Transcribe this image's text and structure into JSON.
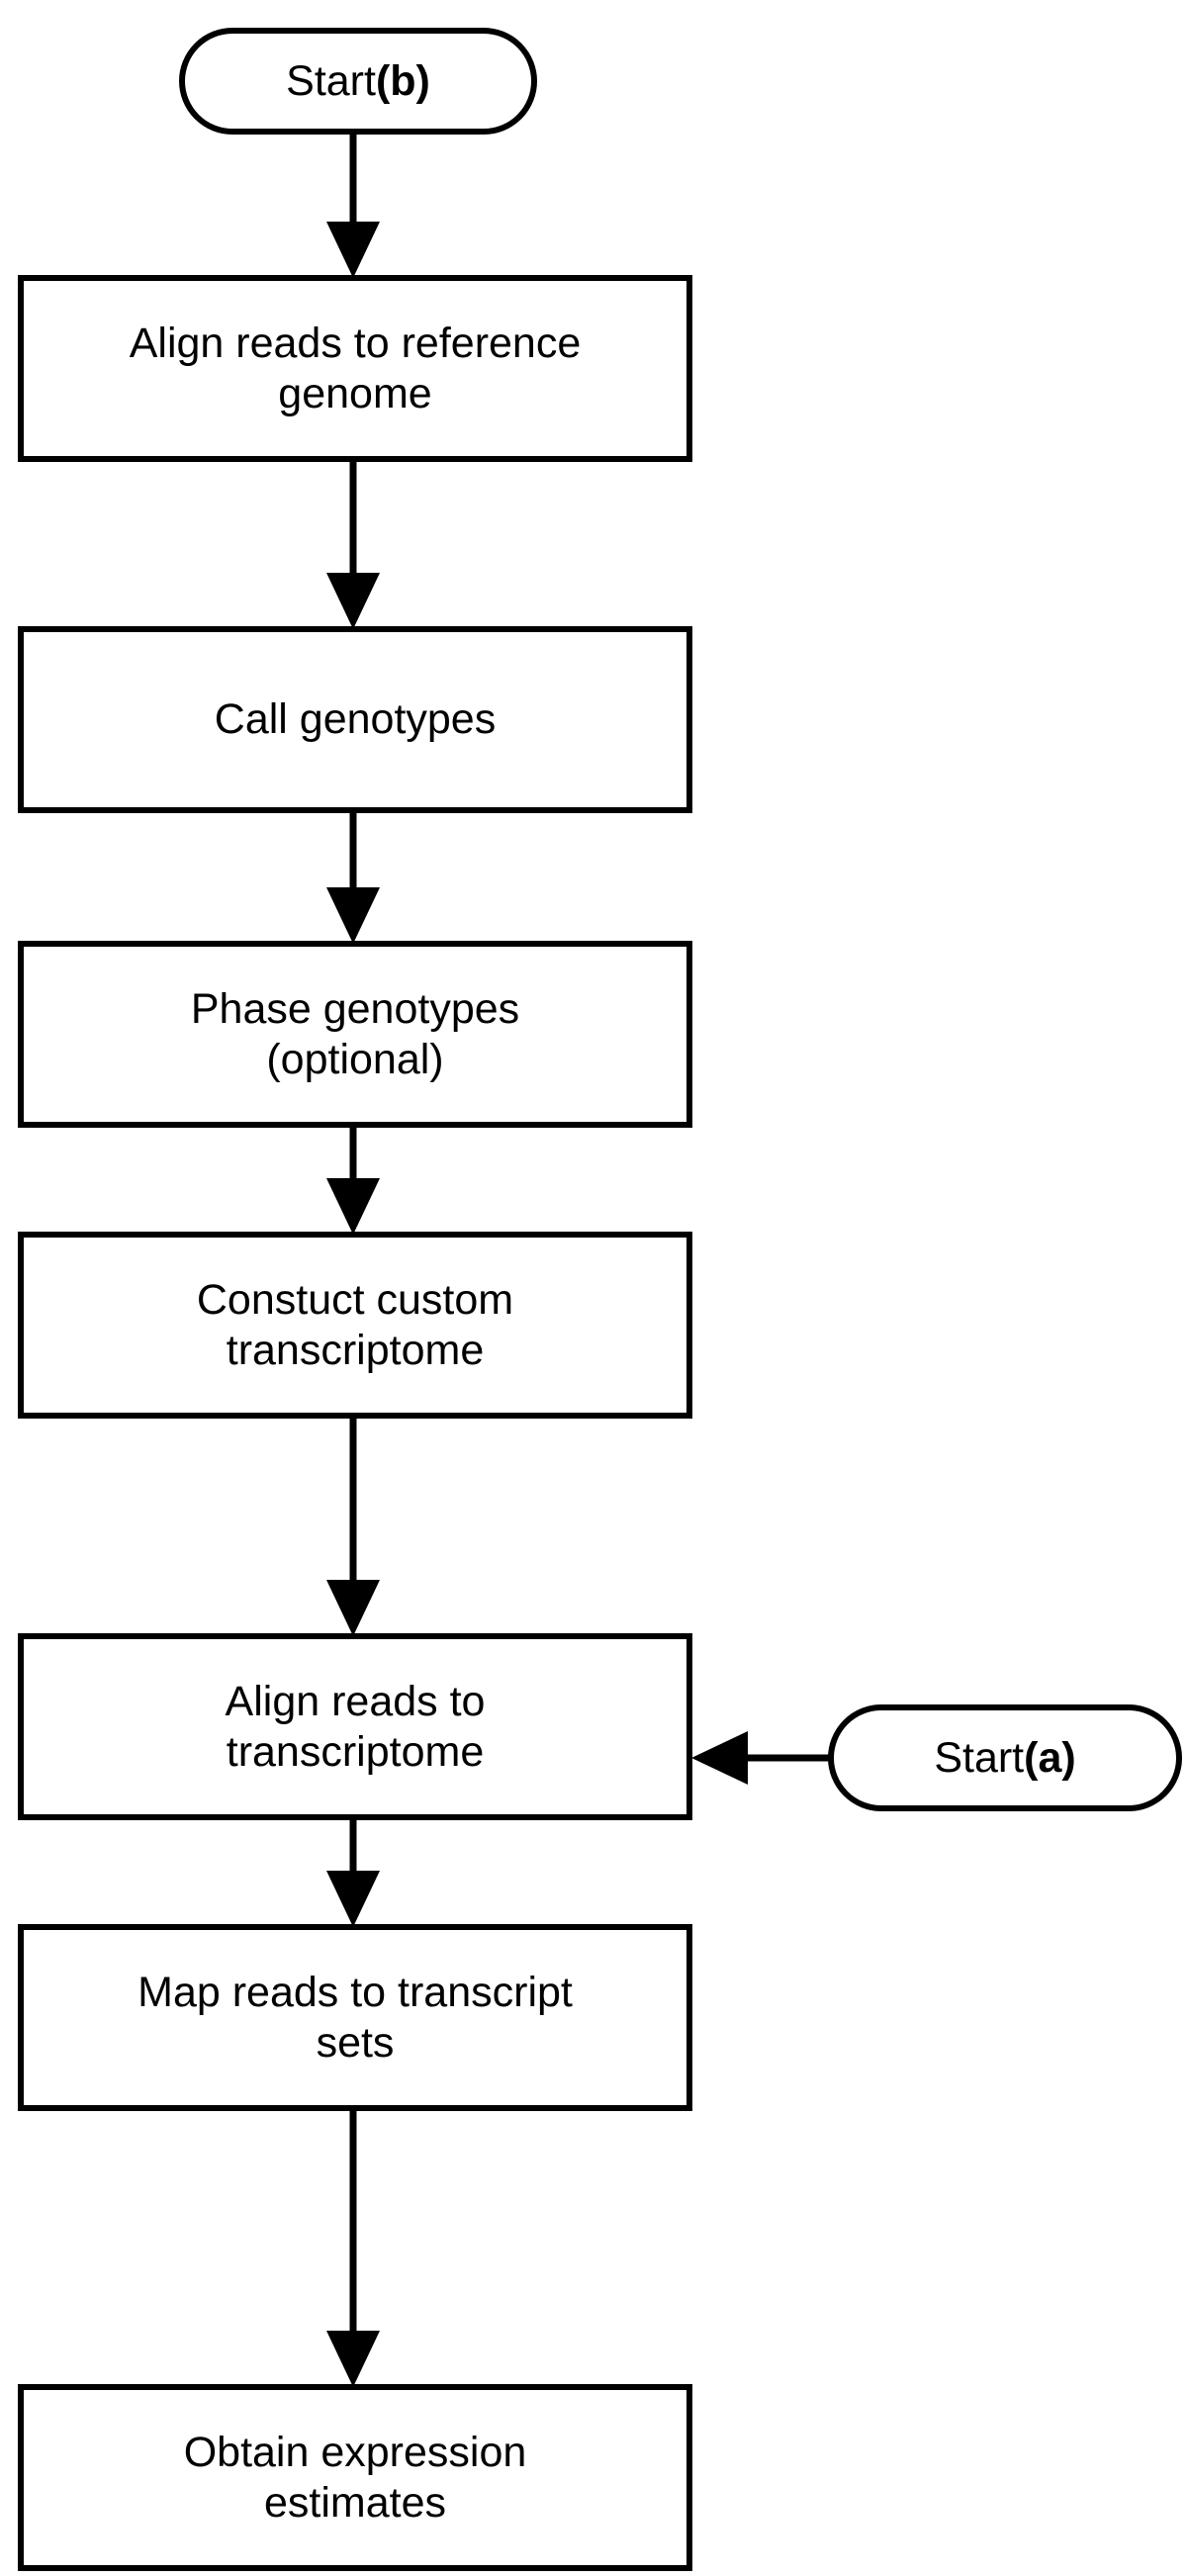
{
  "diagram": {
    "type": "flowchart",
    "orientation": "top-to-bottom",
    "background_color": "#ffffff",
    "stroke_color": "#000000",
    "text_color": "#000000"
  },
  "nodes": {
    "start_b": {
      "shape": "stadium",
      "text_plain": "Start (b)",
      "text_regular": "Start ",
      "text_bold": "(b)"
    },
    "start_a": {
      "shape": "stadium",
      "text_plain": "Start (a)",
      "text_regular": "Start ",
      "text_bold": "(a)"
    },
    "steps": [
      {
        "id": "align-reads-to-reference-genome",
        "shape": "process",
        "label": "Align reads to reference\ngenome"
      },
      {
        "id": "call-genotypes",
        "shape": "process",
        "label": "Call genotypes"
      },
      {
        "id": "phase-genotypes",
        "shape": "process",
        "label": "Phase genotypes\n(optional)"
      },
      {
        "id": "construct-custom-transcriptome",
        "shape": "process",
        "label": "Constuct custom\ntranscriptome"
      },
      {
        "id": "align-reads-to-transcriptome",
        "shape": "process",
        "label": "Align reads to\ntranscriptome"
      },
      {
        "id": "map-reads-to-transcript-sets",
        "shape": "process",
        "label": "Map reads to transcript\nsets"
      },
      {
        "id": "obtain-expression-estimates",
        "shape": "process",
        "label": "Obtain expression\nestimates"
      }
    ]
  },
  "edges": [
    {
      "from": "start_b",
      "to": "align-reads-to-reference-genome",
      "direction": "down"
    },
    {
      "from": "align-reads-to-reference-genome",
      "to": "call-genotypes",
      "direction": "down"
    },
    {
      "from": "call-genotypes",
      "to": "phase-genotypes",
      "direction": "down"
    },
    {
      "from": "phase-genotypes",
      "to": "construct-custom-transcriptome",
      "direction": "down"
    },
    {
      "from": "construct-custom-transcriptome",
      "to": "align-reads-to-transcriptome",
      "direction": "down"
    },
    {
      "from": "start_a",
      "to": "align-reads-to-transcriptome",
      "direction": "left"
    },
    {
      "from": "align-reads-to-transcriptome",
      "to": "map-reads-to-transcript-sets",
      "direction": "down"
    },
    {
      "from": "map-reads-to-transcript-sets",
      "to": "obtain-expression-estimates",
      "direction": "down"
    }
  ]
}
